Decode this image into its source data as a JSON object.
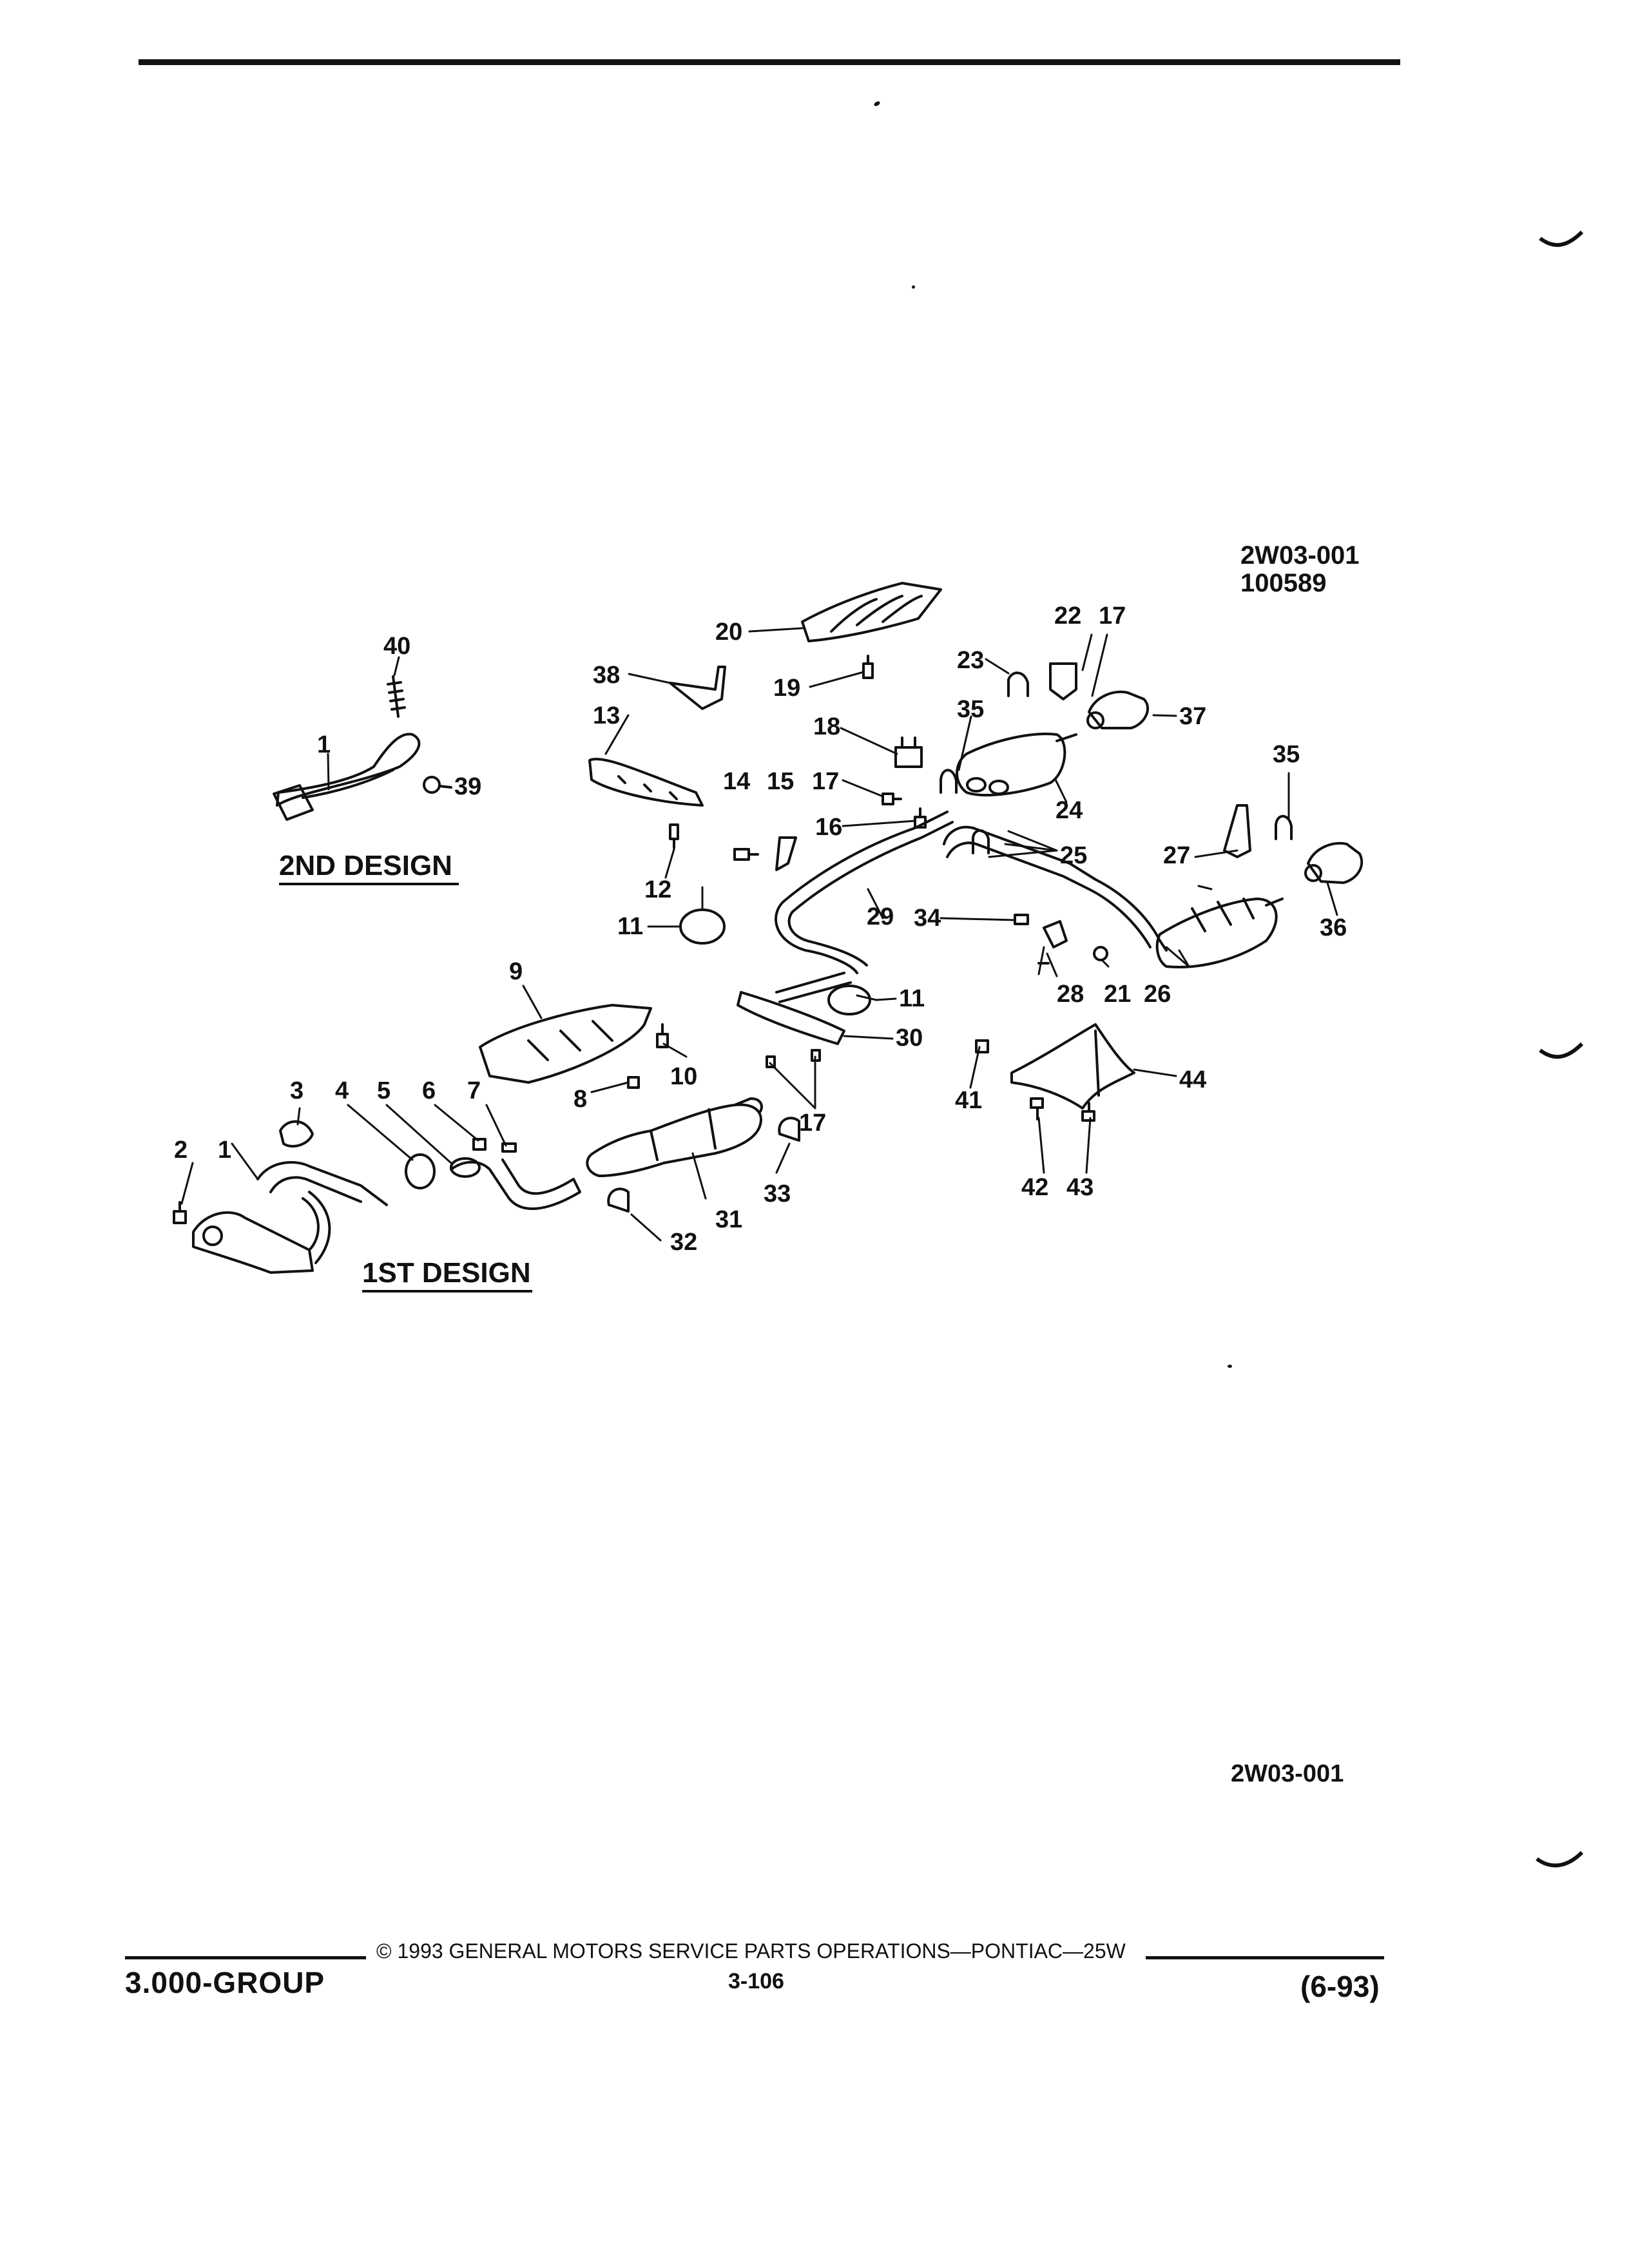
{
  "figure_ids": {
    "top_line1": "2W03-001",
    "top_line2": "100589",
    "bottom": "2W03-001"
  },
  "design_labels": {
    "second": "2ND DESIGN",
    "first": "1ST DESIGN"
  },
  "callouts": {
    "c1a": "1",
    "c1b": "1",
    "c2": "2",
    "c3": "3",
    "c4": "4",
    "c5": "5",
    "c6": "6",
    "c7": "7",
    "c8": "8",
    "c9": "9",
    "c10": "10",
    "c11a": "11",
    "c11b": "11",
    "c12": "12",
    "c13": "13",
    "c14": "14",
    "c15": "15",
    "c16": "16",
    "c17a": "17",
    "c17b": "17",
    "c17c": "17",
    "c18": "18",
    "c19": "19",
    "c20": "20",
    "c21": "21",
    "c22": "22",
    "c23": "23",
    "c24": "24",
    "c25": "25",
    "c26": "26",
    "c27": "27",
    "c28": "28",
    "c29": "29",
    "c30": "30",
    "c31": "31",
    "c32": "32",
    "c33": "33",
    "c34": "34",
    "c35a": "35",
    "c35b": "35",
    "c36": "36",
    "c37": "37",
    "c38": "38",
    "c39": "39",
    "c40": "40",
    "c41": "41",
    "c42": "42",
    "c43": "43",
    "c44": "44"
  },
  "footer": {
    "group": "3.000-GROUP",
    "copyright": "© 1993 GENERAL MOTORS SERVICE PARTS OPERATIONS—PONTIAC—25W",
    "page": "3-106",
    "date": "(6-93)"
  }
}
